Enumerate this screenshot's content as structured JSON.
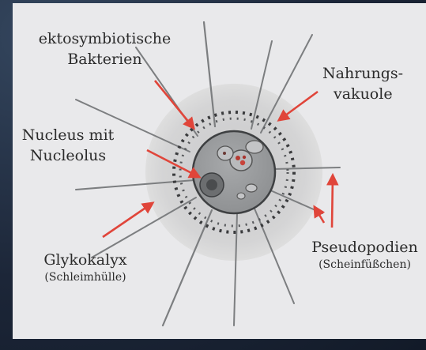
{
  "labels": {
    "bacteria": [
      "ektosymbiotische",
      "Bakterien"
    ],
    "vacuole": [
      "Nahrungs-",
      "vakuole"
    ],
    "nucleus": [
      "Nucleus mit",
      "Nucleolus"
    ],
    "glycocalyx": "Glykokalyx",
    "glycocalyx_sub": "(Schleimhülle)",
    "pseudopodia": "Pseudopodien",
    "pseudopodia_sub": "(Scheinfüßchen)"
  },
  "colors": {
    "arrow": "#e0453a",
    "halo": "#cfcfd0",
    "cell": "#9b9d9f",
    "background": "#e9e9eb"
  }
}
